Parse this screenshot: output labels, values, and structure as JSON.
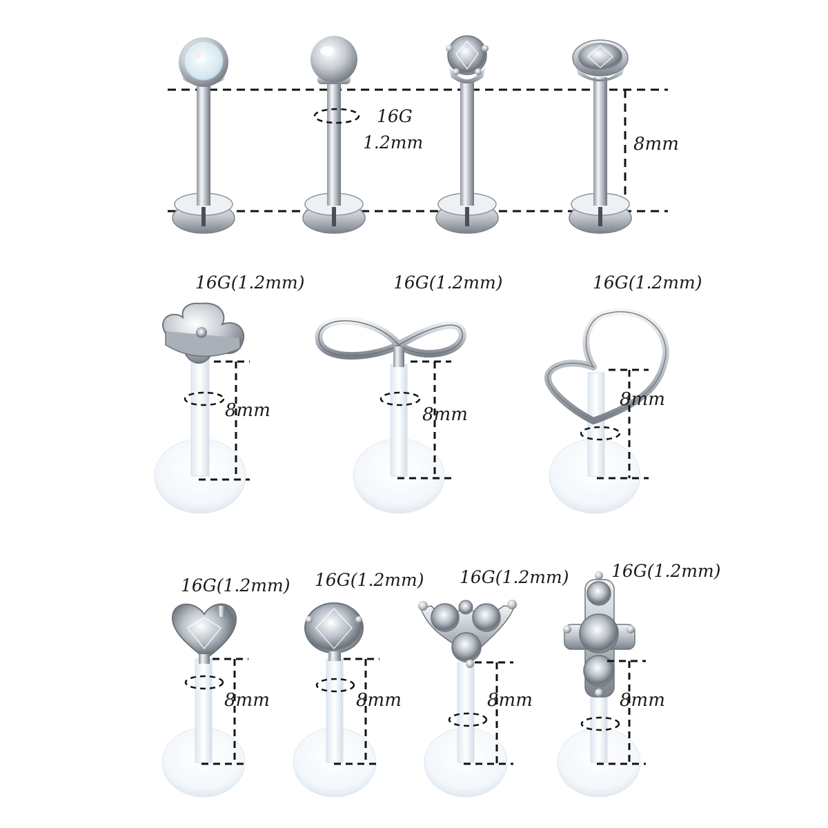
{
  "labels": {
    "row1_gauge": "16G",
    "row1_diameter": "1.2mm",
    "row1_length": "8mm",
    "row2": [
      {
        "gauge": "16G(1.2mm)",
        "length": "8mm"
      },
      {
        "gauge": "16G(1.2mm)",
        "length": "8mm"
      },
      {
        "gauge": "16G(1.2mm)",
        "length": "8mm"
      }
    ],
    "row3": [
      {
        "gauge": "16G(1.2mm)",
        "length": "8mm"
      },
      {
        "gauge": "16G(1.2mm)",
        "length": "8mm"
      },
      {
        "gauge": "16G(1.2mm)",
        "length": "8mm"
      },
      {
        "gauge": "16G(1.2mm)",
        "length": "8mm"
      }
    ]
  },
  "items": {
    "row1": [
      "opal-ball",
      "steel-ball",
      "prong-crystal",
      "bezel-crystal"
    ],
    "row2": [
      "flower",
      "infinity",
      "heart"
    ],
    "row3": [
      "heart-crystal",
      "round-crystal",
      "trinity-crystals",
      "cross-crystals"
    ]
  },
  "colors": {
    "steel": "#c9cdd3",
    "bioflex": "#eef4fb",
    "dimension_line": "#111111",
    "crystal": "#9aa3ad",
    "opal": "#eaf3f7"
  }
}
